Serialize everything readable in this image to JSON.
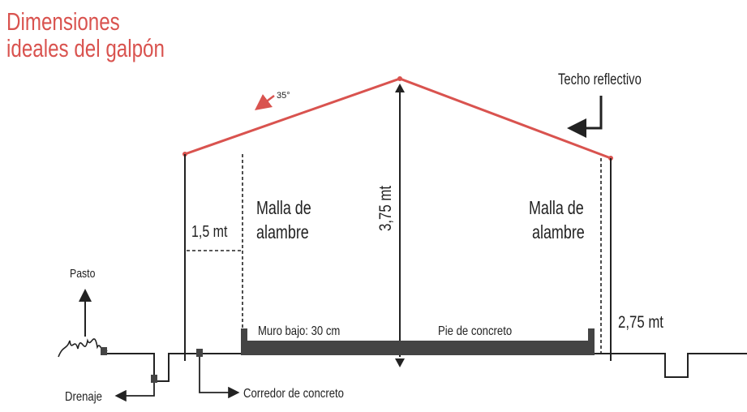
{
  "title": {
    "line1": "Dimensiones",
    "line2": "ideales del galpón"
  },
  "labels": {
    "angle": "35°",
    "roof": "Techo reflectivo",
    "height_center": "3,75 mt",
    "height_side": "2,75 mt",
    "width_side": "1,5 mt",
    "mesh_left_1": "Malla de",
    "mesh_left_2": "alambre",
    "mesh_right_1": "Malla de",
    "mesh_right_2": "alambre",
    "low_wall": "Muro bajo: 30 cm",
    "concrete_foot": "Pie de concreto",
    "grass": "Pasto",
    "drainage": "Drenaje",
    "corridor": "Corredor de concreto"
  },
  "colors": {
    "accent": "#d9534f",
    "line": "#222222",
    "slab": "#444444"
  }
}
